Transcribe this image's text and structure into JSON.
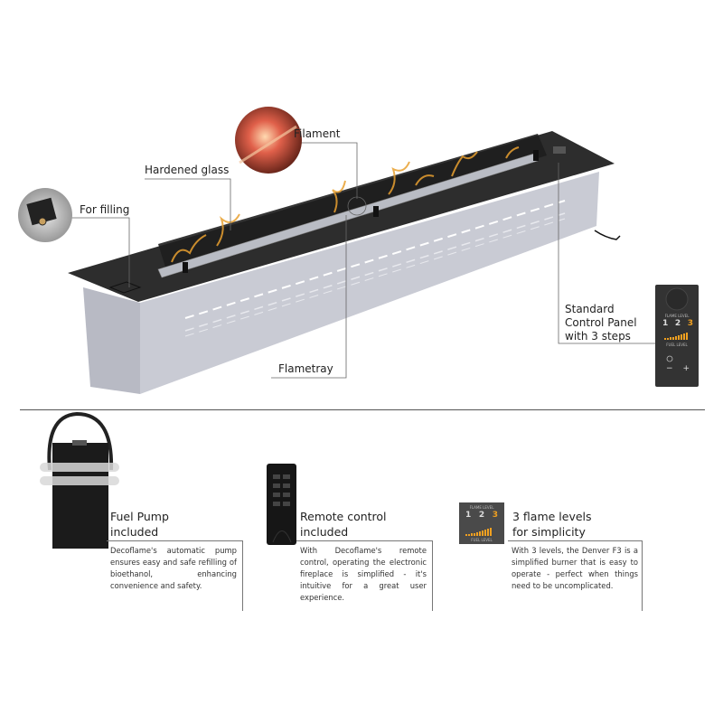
{
  "diagram": {
    "labels": {
      "filament": "Filament",
      "hardened_glass": "Hardened glass",
      "for_filling": "For filling",
      "flametray": "Flametray",
      "control_panel": [
        "Standard",
        "Control Panel",
        "with 3 steps"
      ]
    },
    "control_panel": {
      "flame_level": "FLAME LEVEL",
      "levels": [
        "1",
        "2",
        "3"
      ],
      "fuel_level": "FUEL LEVEL",
      "minus": "−",
      "plus": "+"
    }
  },
  "features": [
    {
      "title": [
        "Fuel Pump",
        "included"
      ],
      "description": "Decoflame's automatic pump ensures easy and safe refilling of bioethanol, enhancing convenience and safety."
    },
    {
      "title": [
        "Remote control",
        "included"
      ],
      "description": "With Decoflame's remote control, operating the electronic fireplace is simplified - it's intuitive for a great user experience."
    },
    {
      "title": [
        "3 flame levels",
        "for simplicity"
      ],
      "description": "With 3 levels, the Denver F3 is a simplified burner that is easy to operate - perfect when things need to be uncomplicated."
    }
  ],
  "colors": {
    "accent": "#f0a020",
    "dark": "#2b2b2b",
    "steel": "#c9cbd3"
  }
}
